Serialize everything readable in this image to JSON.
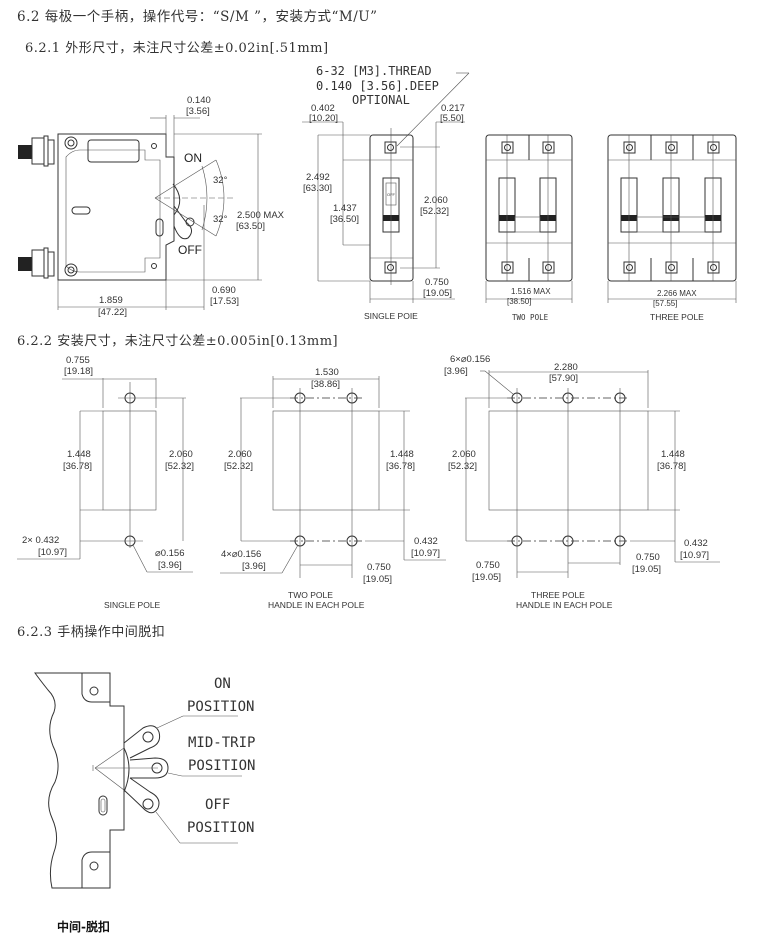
{
  "section_6_2": {
    "title": "6.2 每极一个手柄，操作代号：“S/M ”，安装方式“M/U”"
  },
  "section_6_2_1": {
    "title": "6.2.1 外形尺寸，未注尺寸公差±0.02in[.51mm]",
    "side_view": {
      "dims": {
        "top_offset_in": "0.140",
        "top_offset_mm": "[3.56]",
        "height_in": "2.500 MAX",
        "height_mm": "[63.50]",
        "body_len_in": "1.859",
        "body_len_mm": "[47.22]",
        "handle_in": "0.690",
        "handle_mm": "[17.53]"
      },
      "angle_on": "32°",
      "angle_off": "32°",
      "label_on": "ON",
      "label_off": "OFF"
    },
    "note": {
      "line1": "6-32 [M3].THREAD",
      "line2": "0.140 [3.56].DEEP",
      "line3": "OPTIONAL"
    },
    "single_pole": {
      "dims": {
        "left_in": "0.402",
        "left_mm": "[10.20]",
        "right_in": "0.217",
        "right_mm": "[5.50]",
        "height_in": "2.492",
        "height_mm": "[63.30]",
        "handle_in": "1.437",
        "handle_mm": "[36.50]",
        "holes_in": "2.060",
        "holes_mm": "[52.32]",
        "width_in": "0.750",
        "width_mm": "[19.05]"
      },
      "caption": "SINGLE POIE",
      "handle_text": "OFF"
    },
    "two_pole": {
      "width_in": "1.516 MAX",
      "width_mm": "[38.50]",
      "caption": "TWO POLE"
    },
    "three_pole": {
      "width_in": "2.266 MAX",
      "width_mm": "[57.55]",
      "caption": "THREE POLE"
    }
  },
  "section_6_2_2": {
    "title": "6.2.2 安装尺寸，未注尺寸公差±0.005in[0.13mm]",
    "single": {
      "width_in": "0.755",
      "width_mm": "[19.18]",
      "cut_h_in": "1.448",
      "cut_h_mm": "[36.78]",
      "holes_in": "2.060",
      "holes_mm": "[52.32]",
      "offset_in": "2× 0.432",
      "offset_mm": "[10.97]",
      "dia_in": "⌀0.156",
      "dia_mm": "[3.96]",
      "caption": "SINGLE POLE"
    },
    "two": {
      "width_in": "1.530",
      "width_mm": "[38.86]",
      "holes_in": "2.060",
      "holes_mm": "[52.32]",
      "cut_h_in": "1.448",
      "cut_h_mm": "[36.78]",
      "offset_in": "0.432",
      "offset_mm": "[10.97]",
      "dia_in": "4×⌀0.156",
      "dia_mm": "[3.96]",
      "pitch_in": "0.750",
      "pitch_mm": "[19.05]",
      "caption1": "TWO POLE",
      "caption2": "HANDLE IN EACH POLE"
    },
    "three": {
      "dia_in": "6×⌀0.156",
      "dia_mm": "[3.96]",
      "width_in": "2.280",
      "width_mm": "[57.90]",
      "holes_in": "2.060",
      "holes_mm": "[52.32]",
      "cut_h_in": "1.448",
      "cut_h_mm": "[36.78]",
      "offset_in": "0.432",
      "offset_mm": "[10.97]",
      "pitch1_in": "0.750",
      "pitch1_mm": "[19.05]",
      "pitch2_in": "0.750",
      "pitch2_mm": "[19.05]",
      "caption1": "THREE POLE",
      "caption2": "HANDLE IN EACH POLE"
    }
  },
  "section_6_2_3": {
    "title": "6.2.3 手柄操作中间脱扣",
    "on1": "ON",
    "on2": "POSITION",
    "mid1": "MID-TRIP",
    "mid2": "POSITION",
    "off1": "OFF",
    "off2": "POSITION",
    "caption": "中间-脱扣"
  }
}
